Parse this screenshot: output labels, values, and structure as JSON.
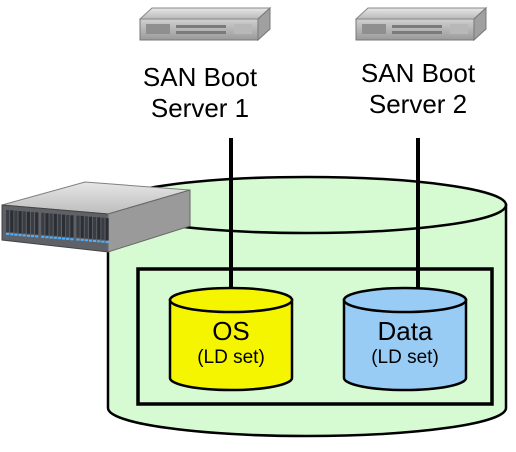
{
  "servers": [
    {
      "line1": "SAN Boot",
      "line2": "Server 1",
      "icon": "rack-server-icon"
    },
    {
      "line1": "SAN Boot",
      "line2": "Server 2",
      "icon": "rack-server-icon"
    }
  ],
  "storage": {
    "icon": "disk-array-icon"
  },
  "volumes": [
    {
      "title": "OS",
      "subtitle": "(LD set)",
      "fill": "#f5f500"
    },
    {
      "title": "Data",
      "subtitle": "(LD set)",
      "fill": "#99ccf5"
    }
  ],
  "colors": {
    "pool_fill": "#d6fbd2",
    "stroke": "#000000"
  }
}
